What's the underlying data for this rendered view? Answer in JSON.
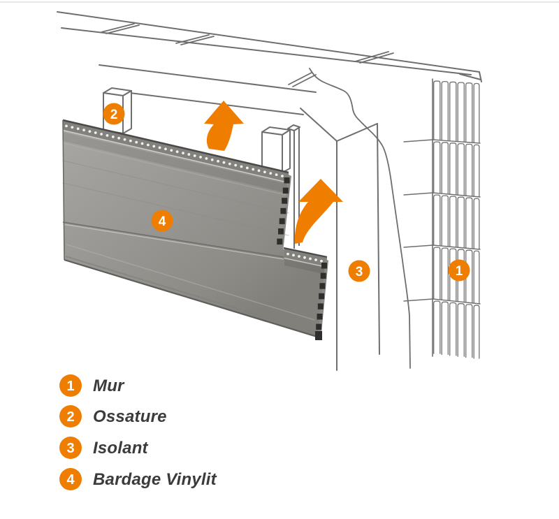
{
  "diagram": {
    "description": "Exploded wall-cladding installation diagram",
    "markers": {
      "m1": "1",
      "m2": "2",
      "m3": "3",
      "m4": "4"
    }
  },
  "legend": {
    "items": [
      {
        "num": "1",
        "label": "Mur"
      },
      {
        "num": "2",
        "label": "Ossature"
      },
      {
        "num": "3",
        "label": "Isolant"
      },
      {
        "num": "4",
        "label": "Bardage Vinylit"
      }
    ]
  },
  "colors": {
    "accent_orange": "#ee7d00",
    "line_gray": "#6e6e6e",
    "panel_gray": "#9b9a96",
    "panel_band_dark": "#82817d",
    "clip_black": "#2f2e2c",
    "text_dark": "#3b3b3a",
    "top_border": "#e0e0e0"
  }
}
